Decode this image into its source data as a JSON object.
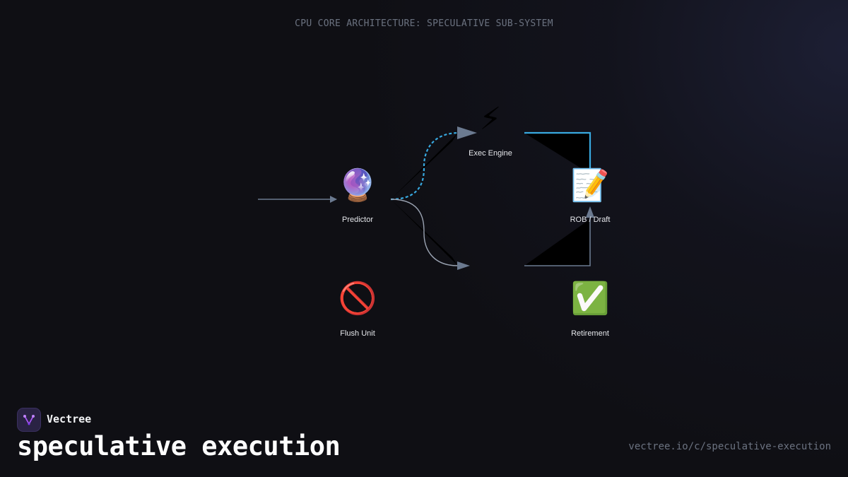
{
  "title": "CPU CORE ARCHITECTURE: SPECULATIVE SUB-SYSTEM",
  "nodes": [
    {
      "id": "predictor",
      "label": "Predictor",
      "icon": "🔮",
      "icon_name": "crystal-ball-icon"
    },
    {
      "id": "exec",
      "label": "Exec Engine",
      "icon": "⚡",
      "icon_name": "lightning-icon"
    },
    {
      "id": "rob",
      "label": "ROB / Draft",
      "icon": "📝",
      "icon_name": "memo-icon"
    },
    {
      "id": "flush",
      "label": "Flush Unit",
      "icon": "🚫",
      "icon_name": "prohibited-icon"
    },
    {
      "id": "retire",
      "label": "Retirement",
      "icon": "✅",
      "icon_name": "check-mark-icon"
    }
  ],
  "edges": [
    {
      "from": "input",
      "to": "predictor",
      "style": "solid"
    },
    {
      "from": "predictor",
      "to": "exec",
      "style": "dashed",
      "color": "#38a9e0"
    },
    {
      "from": "predictor",
      "to": "lower",
      "style": "solid"
    },
    {
      "from": "exec",
      "to": "rob",
      "style": "solid",
      "color": "#38a9e0"
    },
    {
      "from": "lower",
      "to": "rob",
      "style": "solid"
    }
  ],
  "colors": {
    "background": "#0f0f14",
    "edge_default": "#6b7a90",
    "edge_highlight": "#38a9e0",
    "title": "#6b7280"
  },
  "brand": {
    "name": "Vectree",
    "logo_icon": "vectree-logo-icon"
  },
  "footer": {
    "title": "speculative execution",
    "url": "vectree.io/c/speculative-execution"
  }
}
